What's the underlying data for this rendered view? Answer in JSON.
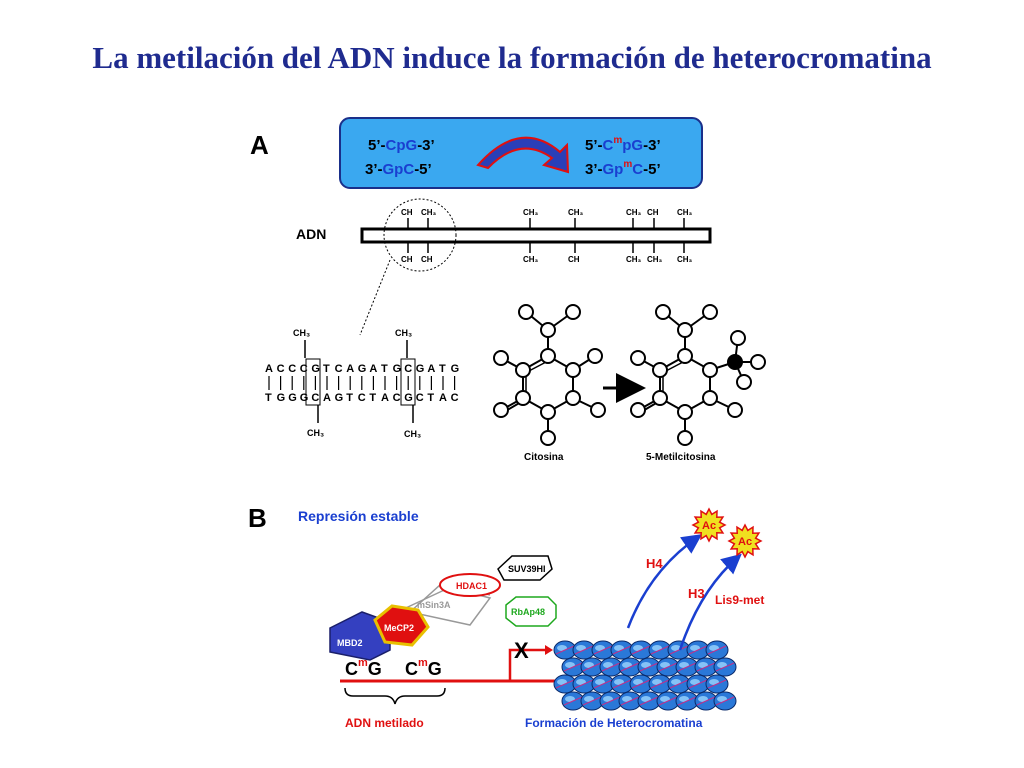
{
  "title": "La metilación del ADN induce la formación de heterocromatina",
  "panelA": {
    "label": "A",
    "box": {
      "left": {
        "l1a": "5’-",
        "l1b": "CpG",
        "l1c": "-3’",
        "l2a": "3’-",
        "l2b": "GpC",
        "l2c": "-5’"
      },
      "right": {
        "l1a": "5’-",
        "l1b": "C",
        "l1m": "m",
        "l1c": "pG",
        "l1d": "-3’",
        "l2a": "3’-",
        "l2b": "Gp",
        "l2m": "m",
        "l2c": "C",
        "l2d": "-5’"
      }
    },
    "adn_label": "ADN",
    "top_marks": [
      "CH",
      "CH₃",
      "CH₃",
      "CH₃",
      "CH₃",
      "CH",
      "CH₃"
    ],
    "bottom_marks": [
      "CH",
      "CH",
      "CH₃",
      "CH",
      "CH₃",
      "CH₃",
      "CH₃"
    ],
    "seq_top": [
      "A",
      "C",
      "C",
      "C",
      "G",
      "T",
      "C",
      "A",
      "G",
      "A",
      "T",
      "G",
      "C",
      "G",
      "A",
      "T",
      "G"
    ],
    "seq_bottom": [
      "T",
      "G",
      "G",
      "G",
      "C",
      "A",
      "G",
      "T",
      "C",
      "T",
      "A",
      "C",
      "G",
      "C",
      "T",
      "A",
      "C"
    ],
    "ch3": "CH₃",
    "citosina": "Citosina",
    "metilcitosina": "5-Metilcitosina"
  },
  "panelB": {
    "label": "B",
    "represion": "Represión estable",
    "suv": "SUV39HI",
    "hdac": "HDAC1",
    "msin": "mSin3A",
    "rbap": "RbAp48",
    "mecp2": "MeCP2",
    "mbd2": "MBD2",
    "cmg1": {
      "c": "C",
      "m": "m",
      "g": "G"
    },
    "cmg2": {
      "c": "C",
      "m": "m",
      "g": "G"
    },
    "x": "X",
    "h4": "H4",
    "h3": "H3",
    "lis": "Lis9-met",
    "ac": "Ac",
    "adn_metilado": "ADN metilado",
    "formacion": "Formación de Heterocromatina"
  },
  "colors": {
    "title": "#1f2b8f",
    "box_fill": "#3aa8f0",
    "blue_text": "#1a3fd0",
    "red": "#e01010",
    "dark_blue": "#1f2b8f",
    "green": "#1ea81e"
  }
}
